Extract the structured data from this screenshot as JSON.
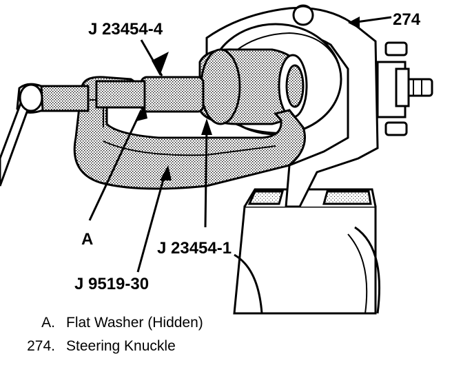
{
  "callouts": {
    "tool_adapter": "J 23454-4",
    "knuckle_ref": "274",
    "washer_ref": "A",
    "tool_receiver": "J 23454-1",
    "tool_press": "J 9519-30"
  },
  "legend": [
    {
      "key": "A.",
      "text": "Flat Washer (Hidden)"
    },
    {
      "key": "274.",
      "text": "Steering Knuckle"
    }
  ]
}
